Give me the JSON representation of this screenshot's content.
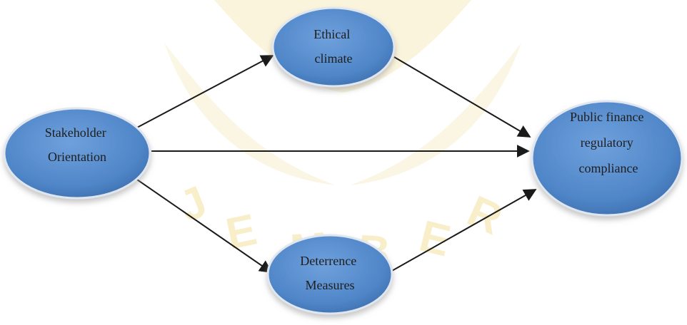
{
  "watermark": {
    "letters": [
      "J",
      "E",
      "M",
      "B",
      "E",
      "R"
    ],
    "color": "#f3e7a0"
  },
  "nodes": {
    "stakeholder": {
      "lines": [
        "Stakeholder",
        "Orientation"
      ]
    },
    "ethical": {
      "lines": [
        "Ethical",
        "climate"
      ]
    },
    "deterrence": {
      "lines": [
        "Deterrence",
        "Measures"
      ]
    },
    "compliance": {
      "lines": [
        "Public finance",
        "regulatory",
        "compliance"
      ]
    }
  },
  "edges": [
    {
      "from": "stakeholder",
      "to": "ethical"
    },
    {
      "from": "stakeholder",
      "to": "compliance"
    },
    {
      "from": "stakeholder",
      "to": "deterrence"
    },
    {
      "from": "ethical",
      "to": "compliance"
    },
    {
      "from": "deterrence",
      "to": "compliance"
    }
  ],
  "colors": {
    "node_fill": "#5b8fd0",
    "node_edge": "#3a6aa8",
    "arrow": "#1a1a1a"
  }
}
